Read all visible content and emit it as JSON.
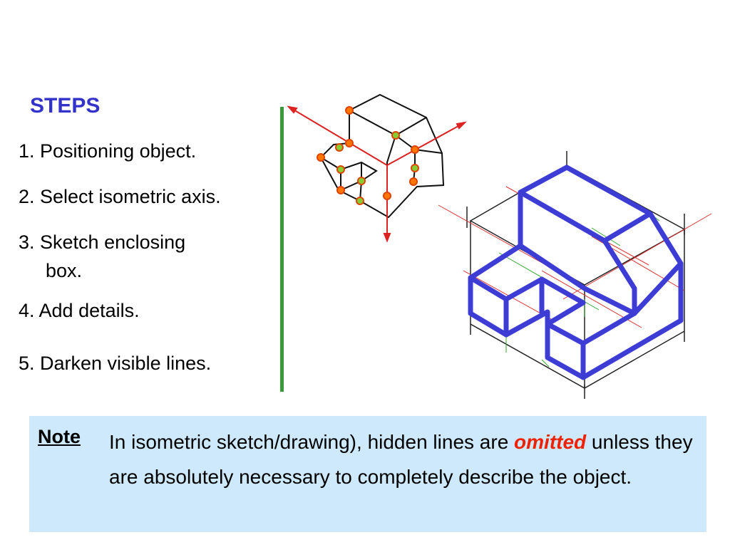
{
  "heading": "STEPS",
  "steps": {
    "s1": "1. Positioning  object.",
    "s2": "2. Select  isometric axis.",
    "s3_line1": "3. Sketch enclosing",
    "s3_line2": "box.",
    "s4": "4. Add details.",
    "s5": "5. Darken visible lines."
  },
  "note": {
    "label": "Note",
    "text_before": "In isometric sketch/drawing), hidden lines are ",
    "emphasis": "omitted",
    "text_after": " unless they are absolutely necessary to completely describe the object."
  },
  "colors": {
    "heading": "#3333cc",
    "divider": "#3a9a3a",
    "note_bg": "#cde9fb",
    "emphasis": "#ee2200",
    "object_lines": "#3d3dd6",
    "axis": "#dd2222"
  }
}
